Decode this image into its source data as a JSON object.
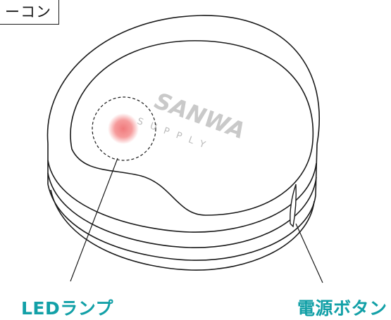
{
  "header": {
    "corner_label": "ーコン"
  },
  "device": {
    "logo_text": "SANWA",
    "logo_subtext": "SUPPLY",
    "led_color": "#f4898a"
  },
  "callouts": {
    "led_lamp": "LEDランプ",
    "power_button": "電源ボタン"
  },
  "colors": {
    "accent": "#12a0a7",
    "outline": "#1a1a1a",
    "logo": "#c9c9c9"
  }
}
